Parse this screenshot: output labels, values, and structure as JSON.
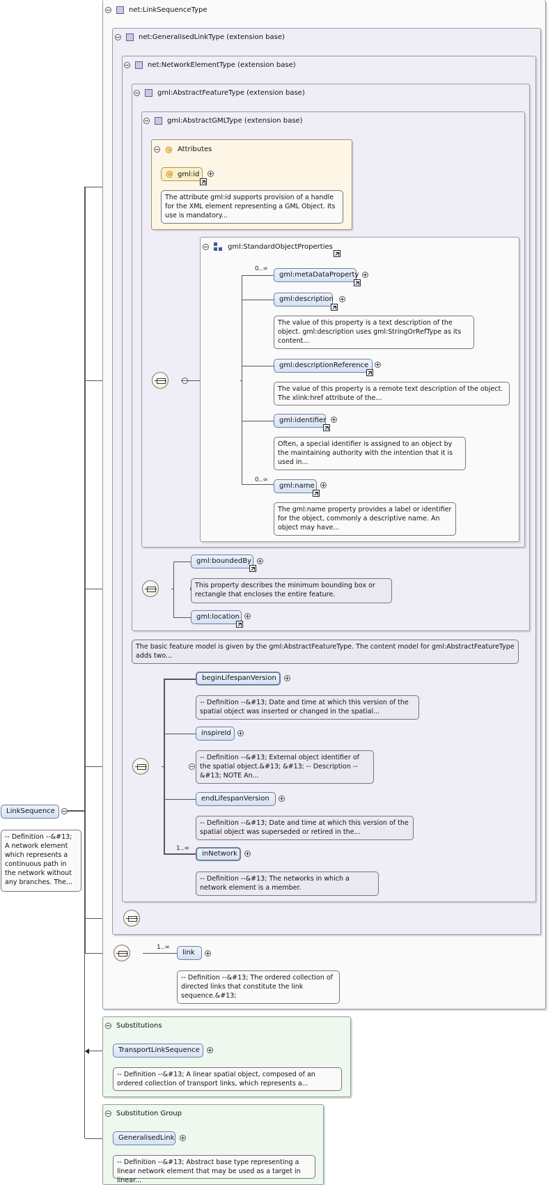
{
  "root": {
    "type_label": "net:LinkSequenceType",
    "element_name": "LinkSequence",
    "element_doc": "-- Definition --&#13; A network element which represents a continuous path in the network without any branches. The..."
  },
  "generalised_link": {
    "label": "net:GeneralisedLinkType (extension base)"
  },
  "network_element": {
    "label": "net:NetworkElementType (extension base)"
  },
  "abstract_feature": {
    "label": "gml:AbstractFeatureType (extension base)",
    "doc": "The basic feature model is given by the gml:AbstractFeatureType. The content model for gml:AbstractFeatureType adds two..."
  },
  "abstract_gml": {
    "label": "gml:AbstractGMLType (extension base)"
  },
  "attributes": {
    "title": "Attributes",
    "gml_id": {
      "label": "gml:id",
      "doc": "The attribute gml:id supports provision of a handle for the XML element representing a GML Object. Its use is mandatory..."
    }
  },
  "standard_object_properties": {
    "label": "gml:StandardObjectProperties",
    "items": [
      {
        "label": "gml:metaDataProperty",
        "card": "0..∞",
        "doc": ""
      },
      {
        "label": "gml:description",
        "card": "",
        "doc": "The value of this property is a text description of the object. gml:description uses gml:StringOrRefType as its content..."
      },
      {
        "label": "gml:descriptionReference",
        "card": "",
        "doc": "The value of this property is a remote text description of the object. The xlink:href attribute of the..."
      },
      {
        "label": "gml:identifier",
        "card": "",
        "doc": "Often, a special identifier is assigned to an object by the maintaining authority with the intention that it is used in..."
      },
      {
        "label": "gml:name",
        "card": "0..∞",
        "doc": "The gml:name property provides a label or identifier for the object, commonly a descriptive name. An object may have..."
      }
    ]
  },
  "feature_props": {
    "bounded_by": {
      "label": "gml:boundedBy",
      "doc": "This property describes the minimum bounding box or rectangle that encloses the entire feature."
    },
    "location": {
      "label": "gml:location"
    }
  },
  "network_props": [
    {
      "label": "beginLifespanVersion",
      "card": "",
      "doc": "-- Definition --&#13; Date and time at which this version of the spatial object was inserted or changed in the spatial..."
    },
    {
      "label": "inspireId",
      "card": "",
      "doc": "-- Definition --&#13; External object identifier of the spatial object.&#13; &#13; -- Description --&#13; NOTE An..."
    },
    {
      "label": "endLifespanVersion",
      "card": "",
      "doc": "-- Definition --&#13; Date and time at which this version of the spatial object was superseded or retired in the..."
    },
    {
      "label": "inNetwork",
      "card": "1..∞",
      "doc": "-- Definition --&#13; The networks in which a network element is a member."
    }
  ],
  "link": {
    "label": "link",
    "card": "1..∞",
    "doc": "-- Definition --&#13; The ordered collection of directed links that constitute the link sequence.&#13;"
  },
  "substitutions": {
    "title": "Substitutions",
    "item": "TransportLinkSequence",
    "doc": "-- Definition --&#13; A linear spatial object, composed of an ordered collection of transport links, which represents a..."
  },
  "substitution_group": {
    "title": "Substitution Group",
    "item": "GeneralisedLink",
    "doc": "-- Definition --&#13; Abstract base type representing a linear network element that may be used as a target in linear..."
  }
}
